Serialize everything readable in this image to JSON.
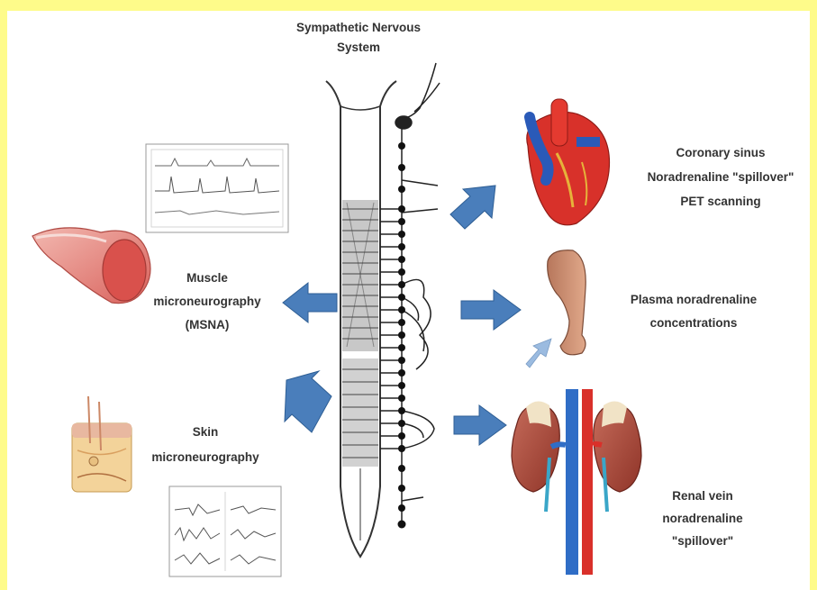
{
  "colors": {
    "border": "#fefb8a",
    "arrow": "#4a7ebb",
    "arrow_edge": "#2e5e94",
    "text": "#333333"
  },
  "title": {
    "line1": "Sympathetic Nervous",
    "line2": "System"
  },
  "labels": {
    "muscle": [
      "Muscle",
      "microneurography",
      "(MSNA)"
    ],
    "skin": [
      "Skin",
      "microneurography"
    ],
    "coronary": [
      "Coronary sinus",
      "Noradrenaline \"spillover\"",
      "PET scanning"
    ],
    "plasma": [
      "Plasma noradrenaline",
      "concentrations"
    ],
    "renal": [
      "Renal vein",
      "noradrenaline",
      "\"spillover\""
    ]
  },
  "icons": [
    "muscle-tissue-icon",
    "skin-tissue-icon",
    "heart-icon",
    "arm-icon",
    "kidney-icon",
    "nerve-trace-icon",
    "spinal-cord-icon",
    "sympathetic-chain-icon"
  ]
}
